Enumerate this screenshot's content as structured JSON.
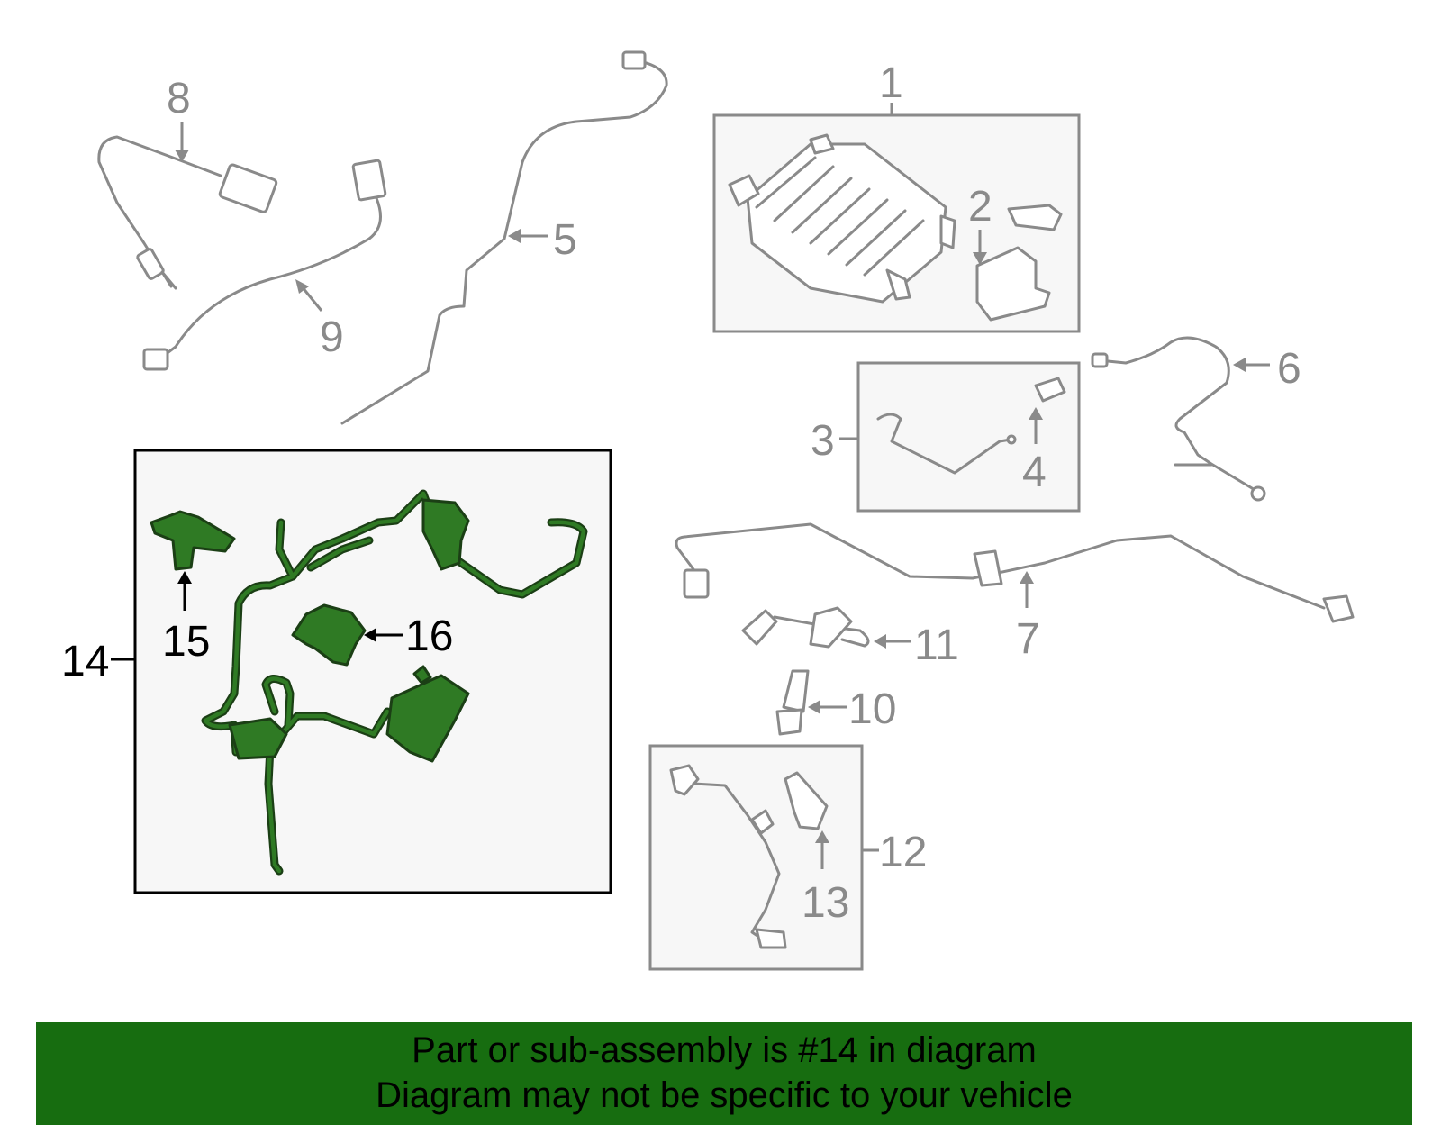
{
  "callouts": {
    "c1": "1",
    "c2": "2",
    "c3": "3",
    "c4": "4",
    "c5": "5",
    "c6": "6",
    "c7": "7",
    "c8": "8",
    "c9": "9",
    "c10": "10",
    "c11": "11",
    "c12": "12",
    "c13": "13",
    "c14": "14",
    "c15": "15",
    "c16": "16"
  },
  "highlighted_part": "14",
  "colors": {
    "highlight": "#2f7a24",
    "highlight_outline": "#1b3f15",
    "banner": "#176d10",
    "line_gray": "#8a8a8a",
    "box_fill": "#f7f7f7"
  },
  "footer": {
    "line1": "Part or sub-assembly is #14 in diagram",
    "line2": "Diagram may not be specific to your vehicle"
  }
}
